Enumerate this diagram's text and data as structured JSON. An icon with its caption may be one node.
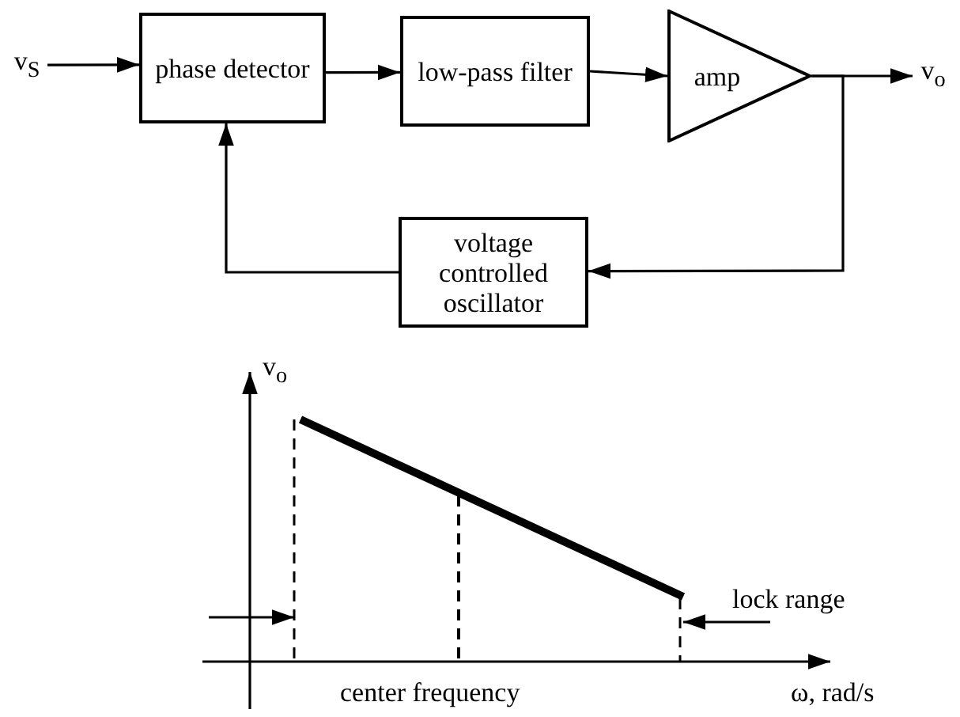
{
  "diagram": {
    "nodes": [
      {
        "text": [
          "v$_{S}$"
        ]
      },
      {
        "text": [
          "phase detector"
        ]
      },
      {
        "text": [
          "low-pass filter"
        ]
      },
      {
        "text": [
          "amp"
        ]
      },
      {
        "text": [
          "v$_{o}$"
        ]
      },
      {
        "text": [
          "voltage controlled oscillator"
        ]
      }
    ],
    "edges": [
      {
        "from": 0,
        "to": 1,
        "arrow": "to"
      },
      {
        "from": 1,
        "to": 2,
        "arrow": "to"
      },
      {
        "from": 2,
        "to": 3,
        "arrow": "to"
      },
      {
        "from": 3,
        "to": 4,
        "arrow": "to"
      },
      {
        "from": 3,
        "to": 5,
        "arrow": "to"
      },
      {
        "from": 5,
        "to": 1,
        "arrow": "to"
      }
    ],
    "labels": [
      "v$_{o}$",
      "lock range",
      "center frequency",
      "ω, rad/s"
    ]
  }
}
